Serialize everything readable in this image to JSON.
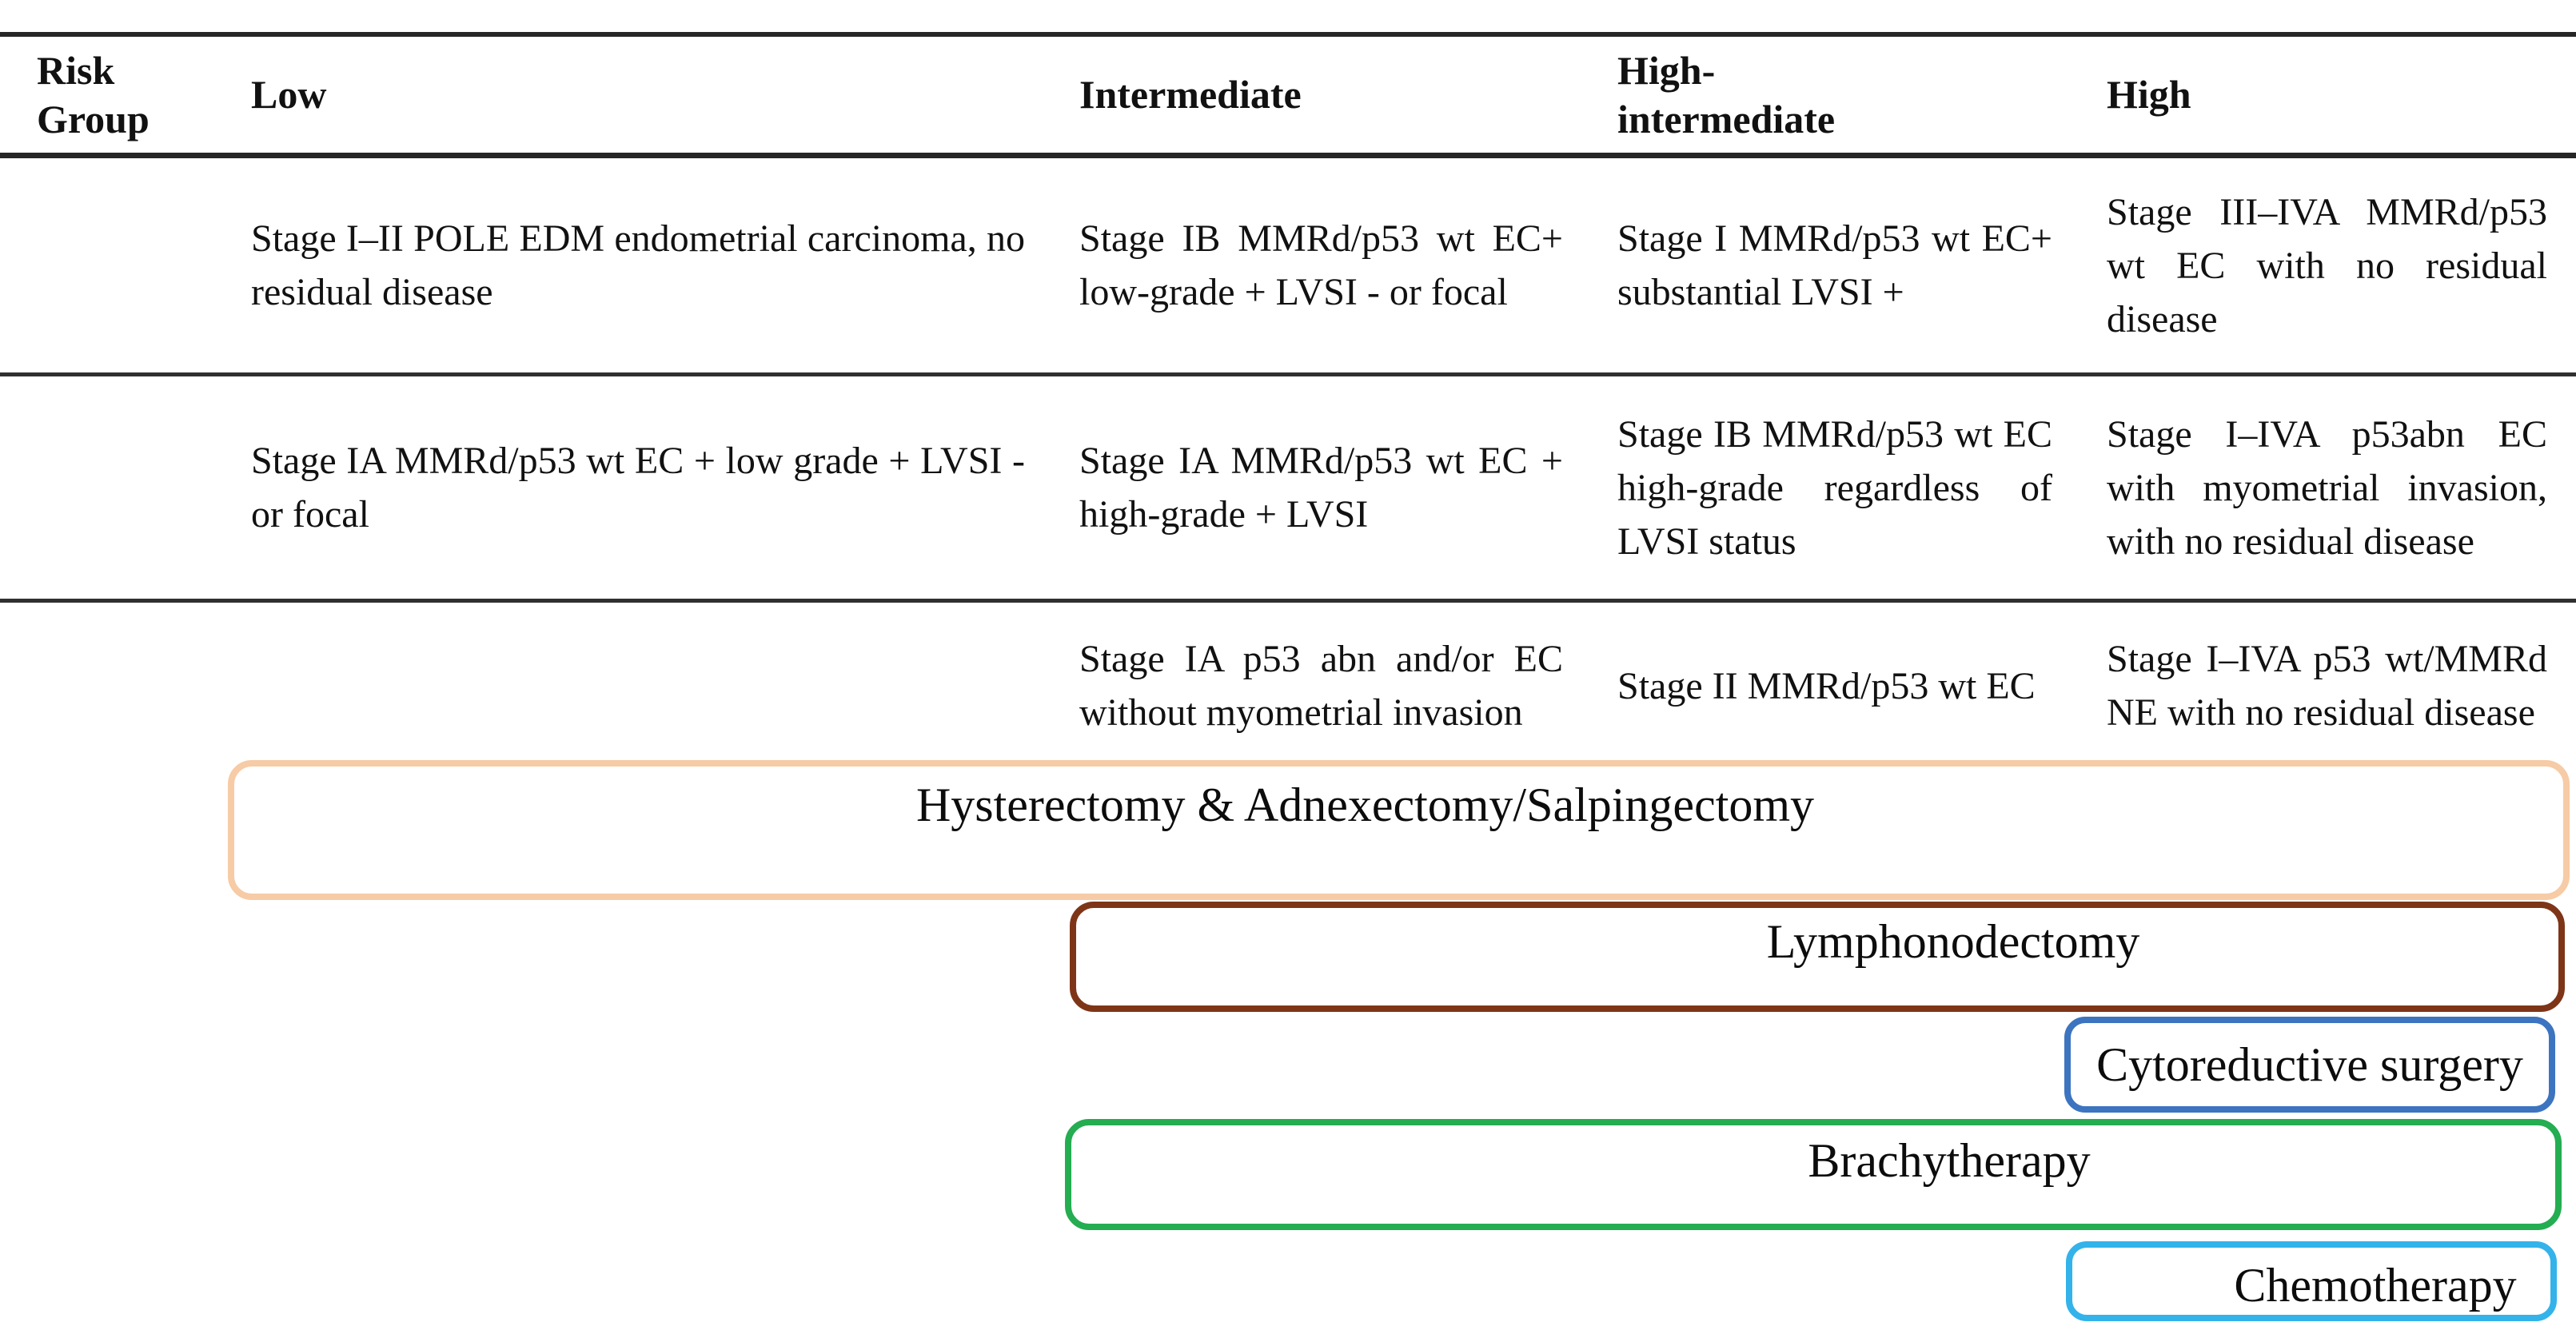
{
  "table": {
    "column_headers": [
      {
        "label": "Risk Group"
      },
      {
        "label": "Low"
      },
      {
        "label": "Intermediate"
      },
      {
        "label": "High-\nintermediate"
      },
      {
        "label": "High"
      }
    ],
    "rows": [
      [
        "",
        "Stage I–II POLE EDM endometrial carcinoma, no residual disease",
        "Stage IB MMRd/p53 wt EC+ low-grade + LVSI - or focal",
        "Stage I MMRd/p53 wt EC+ substantial LVSI +",
        "Stage III–IVA MMRd/p53 wt EC with no residual disease"
      ],
      [
        "",
        "Stage IA MMRd/p53 wt EC + low grade + LVSI - or focal",
        "Stage IA MMRd/p53 wt EC + high-grade + LVSI",
        "Stage IB MMRd/p53 wt EC high-grade regardless of LVSI status",
        "Stage I–IVA p53abn EC with myometrial invasion, with no residual disease"
      ],
      [
        "",
        "",
        "Stage IA p53 abn and/or EC without myometrial invasion",
        "Stage II MMRd/p53 wt EC",
        "Stage I–IVA p53 wt/MMRd NE with no residual disease"
      ]
    ]
  },
  "treatments": [
    {
      "label": "Hysterectomy & Adnexectomy/Salpingectomy",
      "border_color": "#f6cba5"
    },
    {
      "label": "Lymphonodectomy",
      "border_color": "#7e3517"
    },
    {
      "label": "Cytoreductive surgery",
      "border_color": "#3c74c0"
    },
    {
      "label": "Brachytherapy",
      "border_color": "#24ad51"
    },
    {
      "label": "Chemotherapy",
      "border_color": "#33b3ea"
    }
  ]
}
